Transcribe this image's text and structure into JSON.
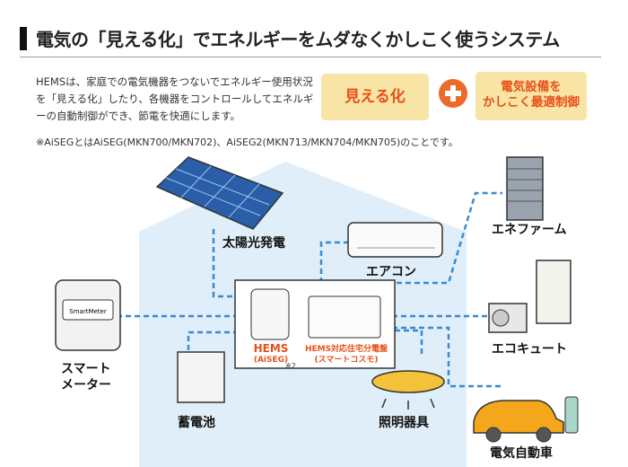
{
  "title": "電気の「見える化」でエネルギーをムダなくかしこく使うシステム",
  "description": "HEMSは、家庭での電気機器をつないでエネルギー使用状況を「見える化」したり、各機器をコントロールしてエネルギーの自動制御ができ、節電を快適にします。",
  "badge_visualize": "見える化",
  "badge_control_line1": "電気設備を",
  "badge_control_line2": "かしこく最適制御",
  "footnote": "※AiSEGとはAiSEG(MKN700/MKN702)、AiSEG2(MKN713/MKN704/MKN705)のことです。",
  "devices": {
    "solar": "太陽光発電",
    "aircon": "エアコン",
    "enefarm": "エネファーム",
    "ecocute": "エコキュート",
    "smart_meter_line1": "スマート",
    "smart_meter_line2": "メーター",
    "battery": "蓄電池",
    "lighting": "照明器具",
    "ev": "電気自動車"
  },
  "hub": {
    "hems": "HEMS",
    "hems_sub": "(AiSEG)",
    "ref_mark": "※2",
    "panel_line1": "HEMS対応住宅分電盤",
    "panel_line2": "(スマートコスモ)"
  },
  "meter_screen_text": "SmartMeter",
  "colors": {
    "accent": "#e8501a",
    "badge_bg": "#f8e4a4",
    "plus": "#ec6a2a",
    "link": "#3a8ad0",
    "house": "#dfeef8"
  }
}
